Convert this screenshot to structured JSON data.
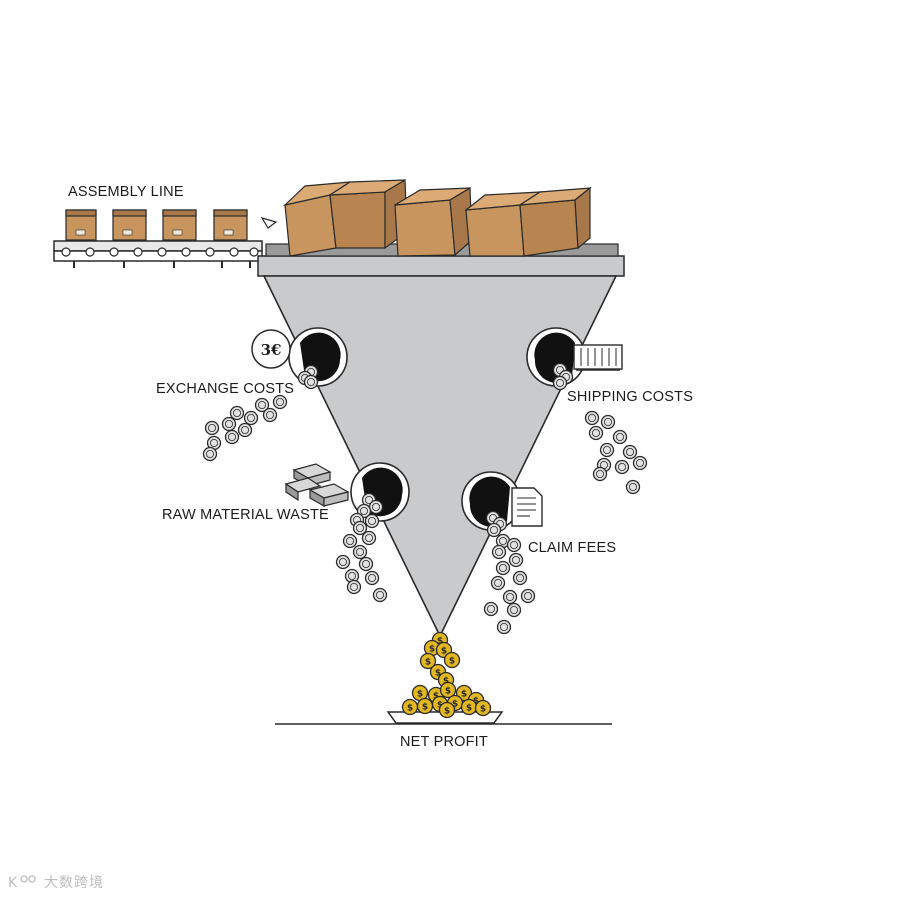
{
  "labels": {
    "assembly_line": "ASSEMBLY LINE",
    "exchange_costs": "EXCHANGE COSTS",
    "shipping_costs": "SHIPPING COSTS",
    "raw_material_waste": "RAW MATERIAL WASTE",
    "claim_fees": "CLAIM FEES",
    "net_profit": "NET PROFIT"
  },
  "icons": {
    "currency_symbol": "3€",
    "coin_symbol": "$"
  },
  "watermark": {
    "logo": "K⁰⁰",
    "text": "大数跨境"
  },
  "colors": {
    "funnel_fill": "#c9cacb",
    "box_fill": "#c8955e",
    "box_shade": "#a9784a",
    "gold_coin": "#e4b821",
    "silver_coin": "#dcdcdc",
    "outline": "#2a2a2a"
  }
}
